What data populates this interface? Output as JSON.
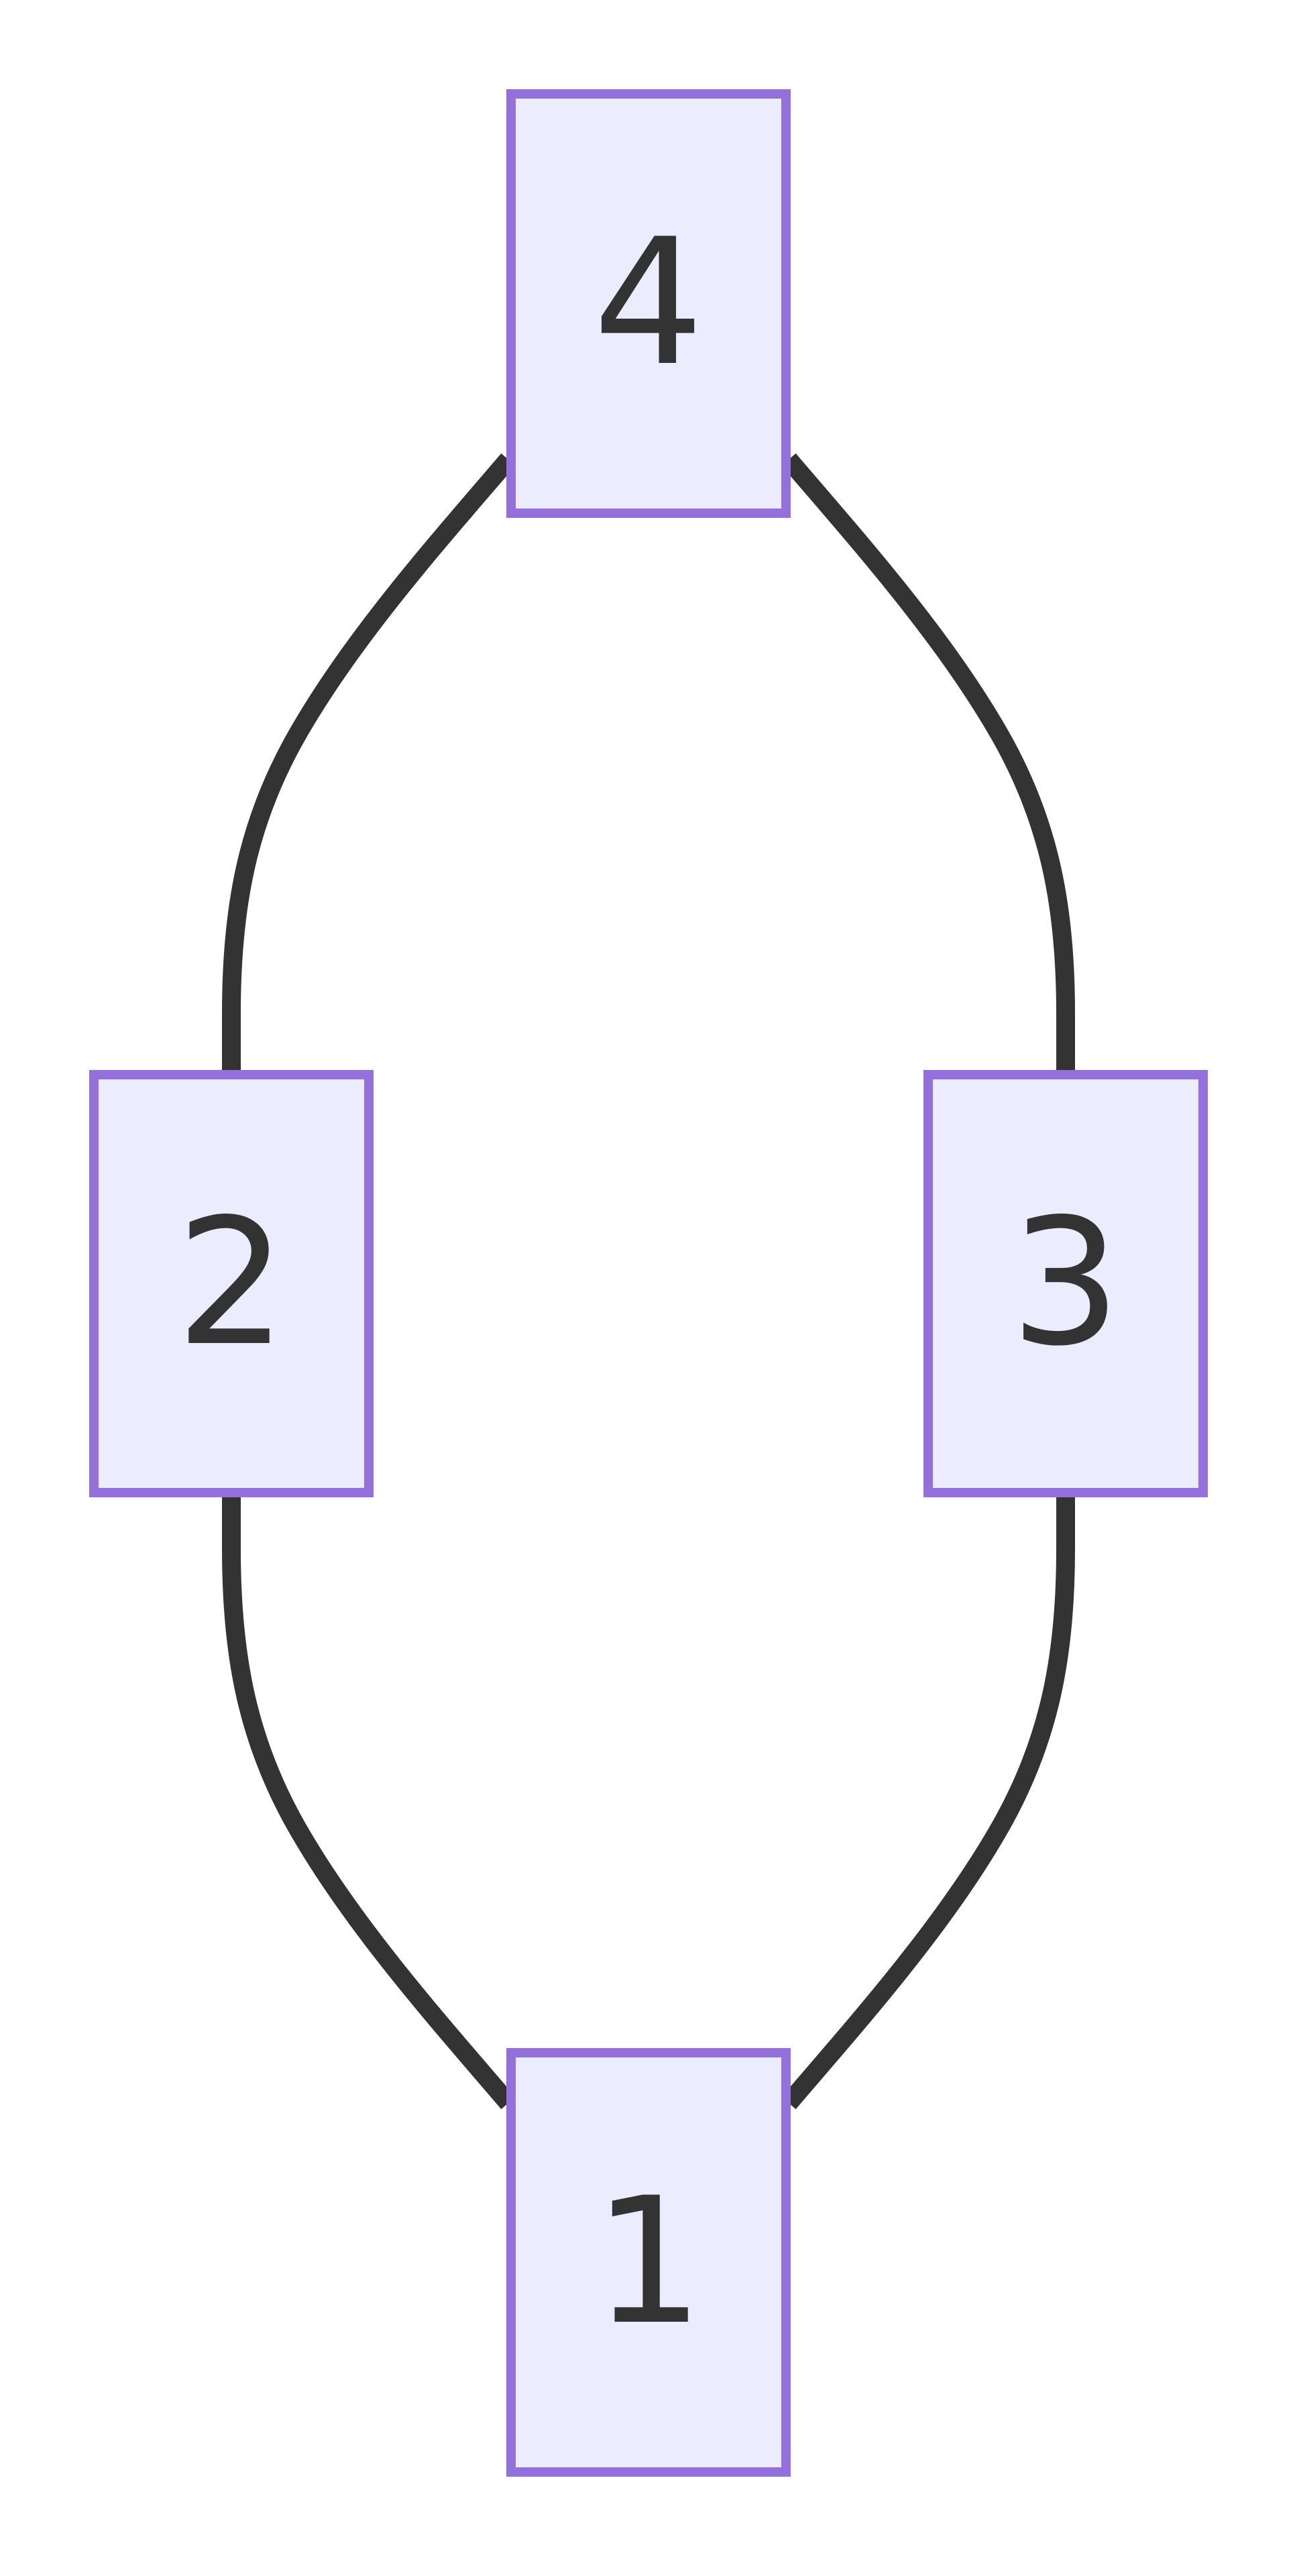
{
  "diagram": {
    "node_fill": "#ECECFF",
    "node_stroke": "#9370DB",
    "edge_color": "#333333",
    "text_color": "#333333",
    "nodes": [
      {
        "id": "n4",
        "label": "4"
      },
      {
        "id": "n2",
        "label": "2"
      },
      {
        "id": "n3",
        "label": "3"
      },
      {
        "id": "n1",
        "label": "1"
      }
    ],
    "edges": [
      {
        "from": "4",
        "to": "2",
        "arrow": false
      },
      {
        "from": "4",
        "to": "3",
        "arrow": false
      },
      {
        "from": "2",
        "to": "1",
        "arrow": false
      },
      {
        "from": "3",
        "to": "1",
        "arrow": false
      }
    ]
  }
}
